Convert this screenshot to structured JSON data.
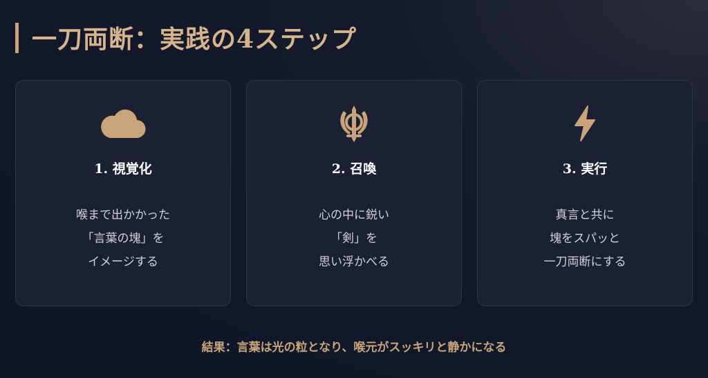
{
  "title": "一刀両断：実践の4ステップ",
  "accent_color": "#c9a47a",
  "cards": [
    {
      "icon": "cloud-icon",
      "title": "1. 視覚化",
      "lines": [
        "喉まで出かかった",
        "「言葉の塊」を",
        "イメージする"
      ]
    },
    {
      "icon": "khanda-icon",
      "title": "2. 召喚",
      "lines": [
        "心の中に鋭い",
        "「剣」を",
        "思い浮かべる"
      ]
    },
    {
      "icon": "lightning-bolt-icon",
      "title": "3. 実行",
      "lines": [
        "真言と共に",
        "塊をスパッと",
        "一刀両断にする"
      ]
    }
  ],
  "result": "結果：言葉は光の粒となり、喉元がスッキリと静かになる"
}
